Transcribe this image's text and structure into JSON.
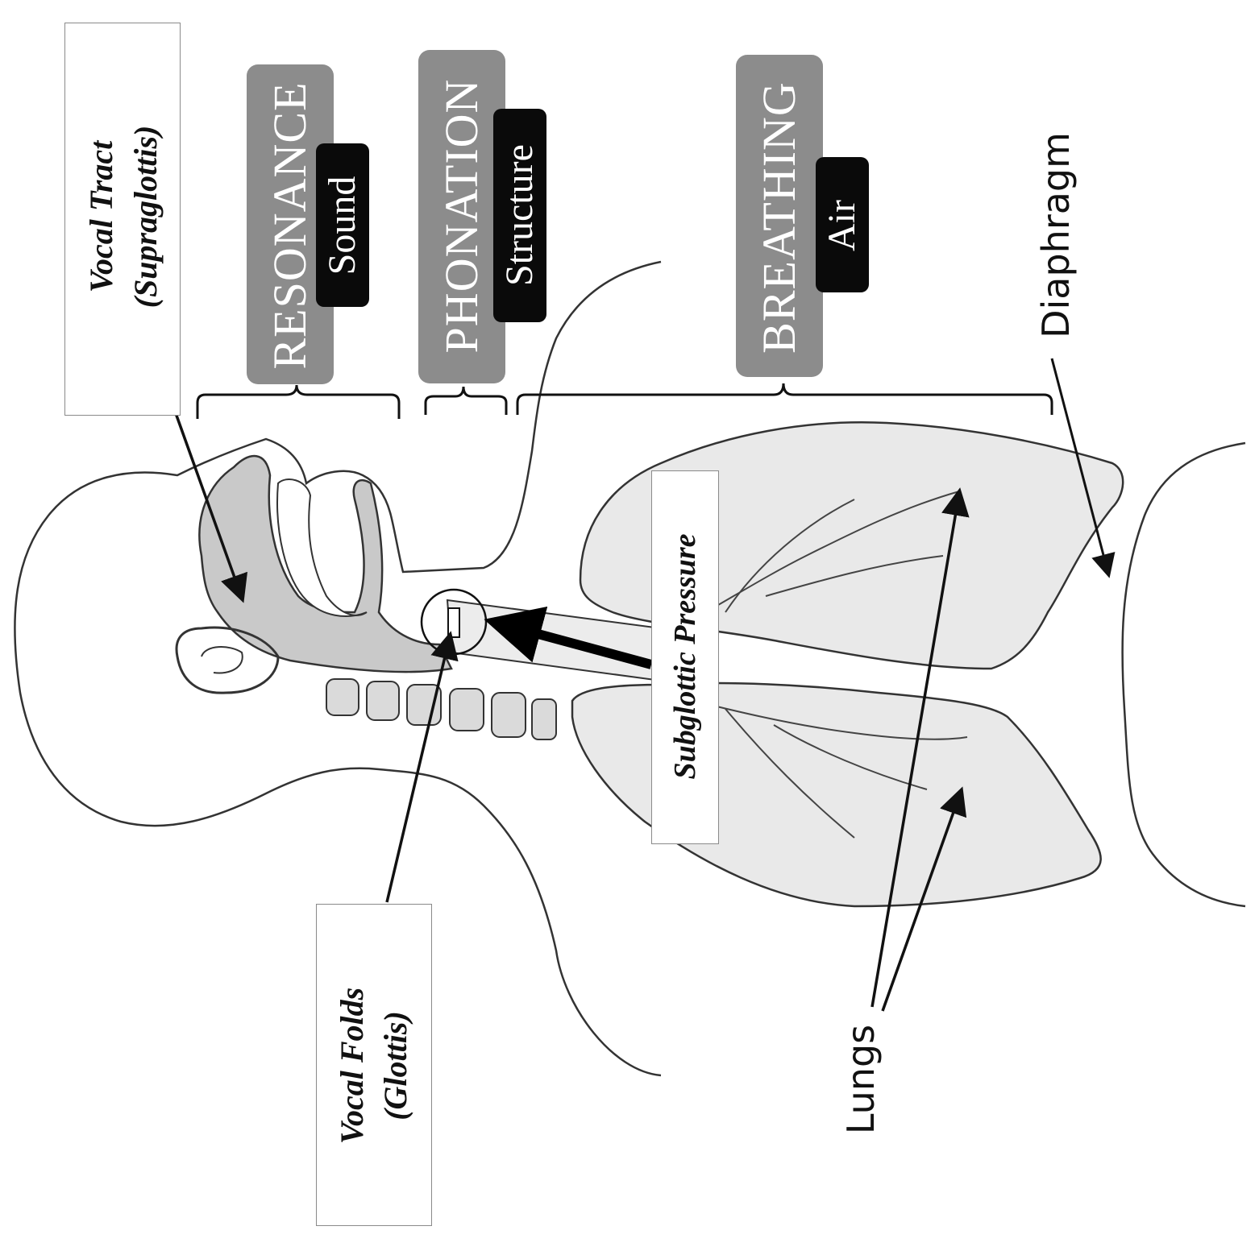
{
  "labels": {
    "vocal_tract": {
      "line1": "Vocal Tract",
      "line2": "(Supraglottis)"
    },
    "vocal_folds": {
      "line1": "Vocal Folds",
      "line2": "(Glottis)"
    },
    "subglottic": "Subglottic Pressure",
    "diaphragm": "Diaphragm",
    "lungs": "Lungs"
  },
  "categories": [
    {
      "name": "RESONANCE",
      "tag": "Sound"
    },
    {
      "name": "PHONATION",
      "tag": "Structure"
    },
    {
      "name": "BREATHING",
      "tag": "Air"
    }
  ],
  "colors": {
    "category_box": "#8c8c8c",
    "tag_box": "#0a0a0a",
    "lung_fill": "#e9e9e9",
    "tract_fill": "#c9c9c9",
    "outline": "#333333"
  }
}
